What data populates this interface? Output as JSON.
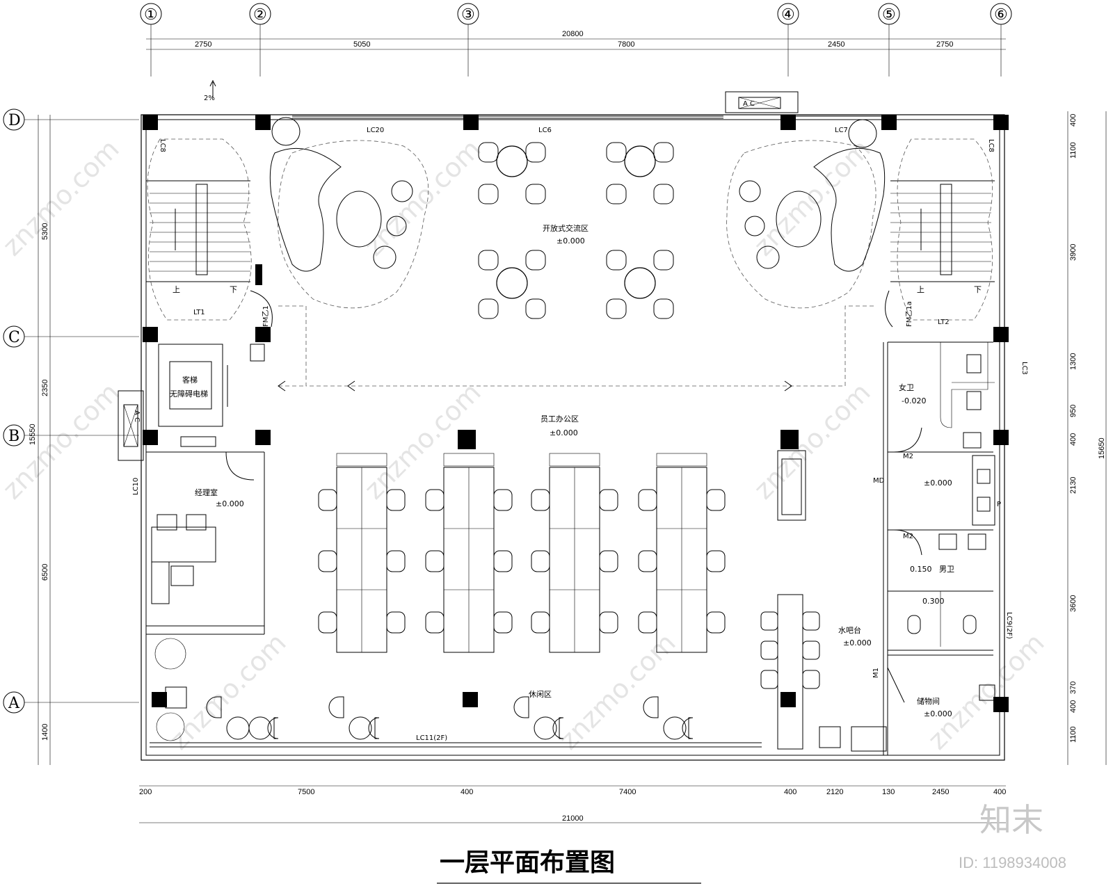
{
  "title": "一层平面布置图",
  "grid_axes": {
    "numeric": [
      "①",
      "②",
      "③",
      "④",
      "⑤",
      "⑥"
    ],
    "letters": [
      "D",
      "C",
      "B",
      "A"
    ]
  },
  "dims_top": {
    "total": "20800",
    "segments": [
      "2750",
      "5050",
      "7800",
      "2450",
      "2750"
    ]
  },
  "dims_bottom": {
    "total": "21000",
    "segments": [
      "200",
      "7500",
      "400",
      "7400",
      "400",
      "2120",
      "130",
      "2450",
      "400"
    ]
  },
  "dims_left": {
    "total": "15550",
    "segments": [
      "5300",
      "2350",
      "6500",
      "1400"
    ]
  },
  "dims_right": {
    "total": "15650",
    "segments": [
      "400",
      "1100",
      "3900",
      "1300",
      "950",
      "400",
      "2130",
      "3600",
      "370",
      "400",
      "1100"
    ]
  },
  "rooms": {
    "open_area": "开放式交流区",
    "open_area_level": "±0.000",
    "office": "员工办公区",
    "office_level": "±0.000",
    "manager": "经理室",
    "manager_level": "±0.000",
    "elevator": "客梯",
    "elevator_sub": "无障碍电梯",
    "women_wc": "女卫",
    "women_wc_level": "-0.020",
    "wash_level": "±0.000",
    "men_wc": "男卫",
    "men_level_1": "0.150",
    "men_level_2": "0.300",
    "water_bar": "水吧台",
    "water_bar_level": "±0.000",
    "lounge": "休闲区",
    "storage": "储物间",
    "storage_level": "±0.000"
  },
  "tags": {
    "lc20": "LC20",
    "lc6": "LC6",
    "lc7": "LC7",
    "lc8": "LC8",
    "lc8b": "LC8",
    "lt1": "LT1",
    "lt2": "LT2",
    "lc10": "LC10",
    "lc11": "LC11(2F)",
    "lc3": "LC3",
    "lc9": "LC9(2F)",
    "m2": "M2",
    "m2b": "M2",
    "md": "MD",
    "m1": "M1",
    "fm1": "FM乙1",
    "fm1a": "FM乙1a",
    "stair_up": "上",
    "stair_down": "下",
    "stair_up2": "上",
    "stair_down2": "下",
    "ac": "A  C",
    "ac2": "A  C",
    "slope": "2%",
    "p": "P"
  },
  "watermark": "znzmo.com",
  "brand": "知末",
  "brand_id": "ID: 1198934008"
}
